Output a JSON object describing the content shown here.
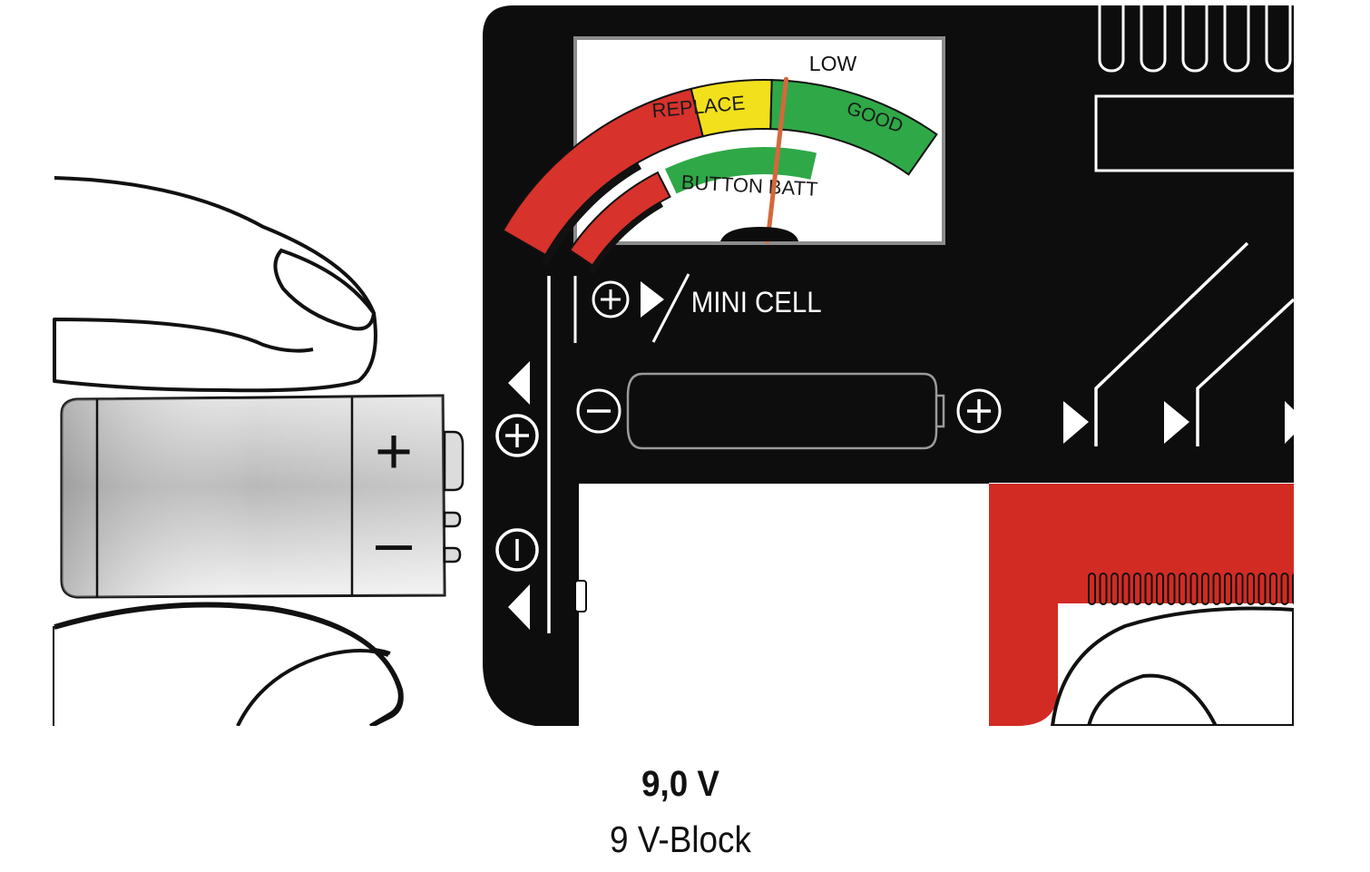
{
  "meter": {
    "low_label": "LOW",
    "replace_label": "REPLACE",
    "good_label": "GOOD",
    "button_batt_label": "BUTTON BATT",
    "needle_level": 0.62
  },
  "slot": {
    "mini_cell_label": "MINI CELL"
  },
  "battery": {
    "plus_symbol": "+",
    "minus_symbol": "–"
  },
  "caption": {
    "voltage": "9,0 V",
    "type": "9 V-Block"
  },
  "colors": {
    "device_body": "#0d0d0d",
    "replace_red": "#d7322b",
    "low_yellow": "#f2e01c",
    "good_green": "#2fa847",
    "slider_red": "#d22b23",
    "needle": "#d4683c"
  }
}
